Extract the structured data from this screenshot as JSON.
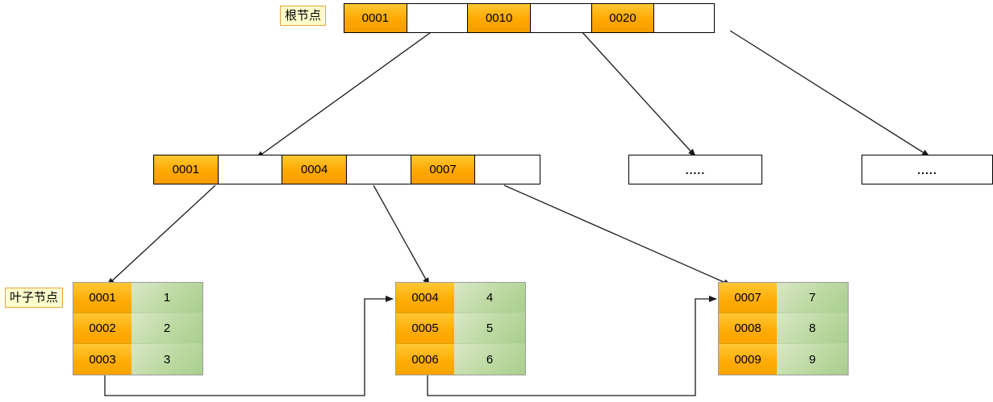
{
  "diagram": {
    "title": "B+Tree index structure",
    "colors": {
      "key_orange": "#ffab05",
      "value_green": "#bcd9a2",
      "caption_yellow": "#ffffcc",
      "caption_border": "#e8a33d",
      "line": "#000000",
      "background": "#ffffff"
    }
  },
  "captions": {
    "root": "根节点",
    "leaf": "叶子节点"
  },
  "root_node": {
    "name": "root-node",
    "cells": [
      {
        "type": "key",
        "label": "0001"
      },
      {
        "type": "pointer",
        "label": ""
      },
      {
        "type": "key",
        "label": "0010"
      },
      {
        "type": "pointer",
        "label": ""
      },
      {
        "type": "key",
        "label": "0020"
      },
      {
        "type": "pointer",
        "label": ""
      }
    ]
  },
  "internal_nodes": [
    {
      "name": "internal-node-1",
      "cells": [
        {
          "type": "key",
          "label": "0001"
        },
        {
          "type": "pointer",
          "label": ""
        },
        {
          "type": "key",
          "label": "0004"
        },
        {
          "type": "pointer",
          "label": ""
        },
        {
          "type": "key",
          "label": "0007"
        },
        {
          "type": "pointer",
          "label": ""
        }
      ]
    }
  ],
  "ellipsis_nodes": [
    {
      "name": "internal-node-2",
      "label": "....."
    },
    {
      "name": "internal-node-3",
      "label": "....."
    }
  ],
  "leaf_nodes": [
    {
      "name": "leaf-node-1",
      "rows": [
        {
          "key": "0001",
          "value": "1"
        },
        {
          "key": "0002",
          "value": "2"
        },
        {
          "key": "0003",
          "value": "3"
        }
      ]
    },
    {
      "name": "leaf-node-2",
      "rows": [
        {
          "key": "0004",
          "value": "4"
        },
        {
          "key": "0005",
          "value": "5"
        },
        {
          "key": "0006",
          "value": "6"
        }
      ]
    },
    {
      "name": "leaf-node-3",
      "rows": [
        {
          "key": "0007",
          "value": "7"
        },
        {
          "key": "0008",
          "value": "8"
        },
        {
          "key": "0009",
          "value": "9"
        }
      ]
    }
  ]
}
